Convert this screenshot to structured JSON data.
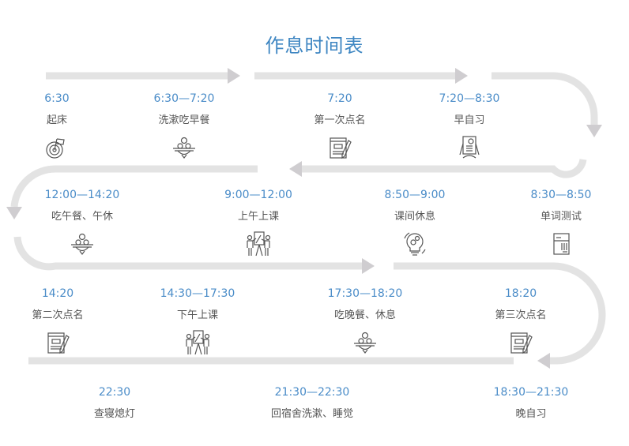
{
  "title": "作息时间表",
  "colors": {
    "accent": "#4a8cc8",
    "track": "#e3e3e3",
    "arrow": "#cfcdd0",
    "label": "#555555",
    "icon": "#555555"
  },
  "rows": [
    {
      "direction": "right",
      "items": [
        {
          "time": "6:30",
          "label": "起床",
          "icon": "alarm-target-flag-icon"
        },
        {
          "time": "6:30—7:20",
          "label": "洗漱吃早餐",
          "icon": "dining-table-icon"
        },
        {
          "time": "7:20",
          "label": "第一次点名",
          "icon": "notepad-pencil-icon"
        },
        {
          "time": "7:20—8:30",
          "label": "早自习",
          "icon": "study-board-icon"
        }
      ]
    },
    {
      "direction": "left",
      "items": [
        {
          "time": "8:30—8:50",
          "label": "单词测试",
          "icon": "test-paper-icon"
        },
        {
          "time": "8:50—9:00",
          "label": "课间休息",
          "icon": "lightbulb-gear-icon"
        },
        {
          "time": "9:00—12:00",
          "label": "上午上课",
          "icon": "presentation-people-icon"
        },
        {
          "time": "12:00—14:20",
          "label": "吃午餐、午休",
          "icon": "dining-table-icon"
        }
      ]
    },
    {
      "direction": "right",
      "items": [
        {
          "time": "14:20",
          "label": "第二次点名",
          "icon": "notepad-pencil-icon"
        },
        {
          "time": "14:30—17:30",
          "label": "下午上课",
          "icon": "presentation-people-icon"
        },
        {
          "time": "17:30—18:20",
          "label": "吃晚餐、休息",
          "icon": "dining-table-icon"
        },
        {
          "time": "18:20",
          "label": "第三次点名",
          "icon": "notepad-pencil-icon"
        }
      ]
    },
    {
      "direction": "left",
      "items": [
        {
          "time": "18:30—21:30",
          "label": "晚自习",
          "icon": ""
        },
        {
          "time": "21:30—22:30",
          "label": "回宿舍洗漱、睡觉",
          "icon": ""
        },
        {
          "time": "22:30",
          "label": "查寝熄灯",
          "icon": ""
        }
      ]
    }
  ]
}
